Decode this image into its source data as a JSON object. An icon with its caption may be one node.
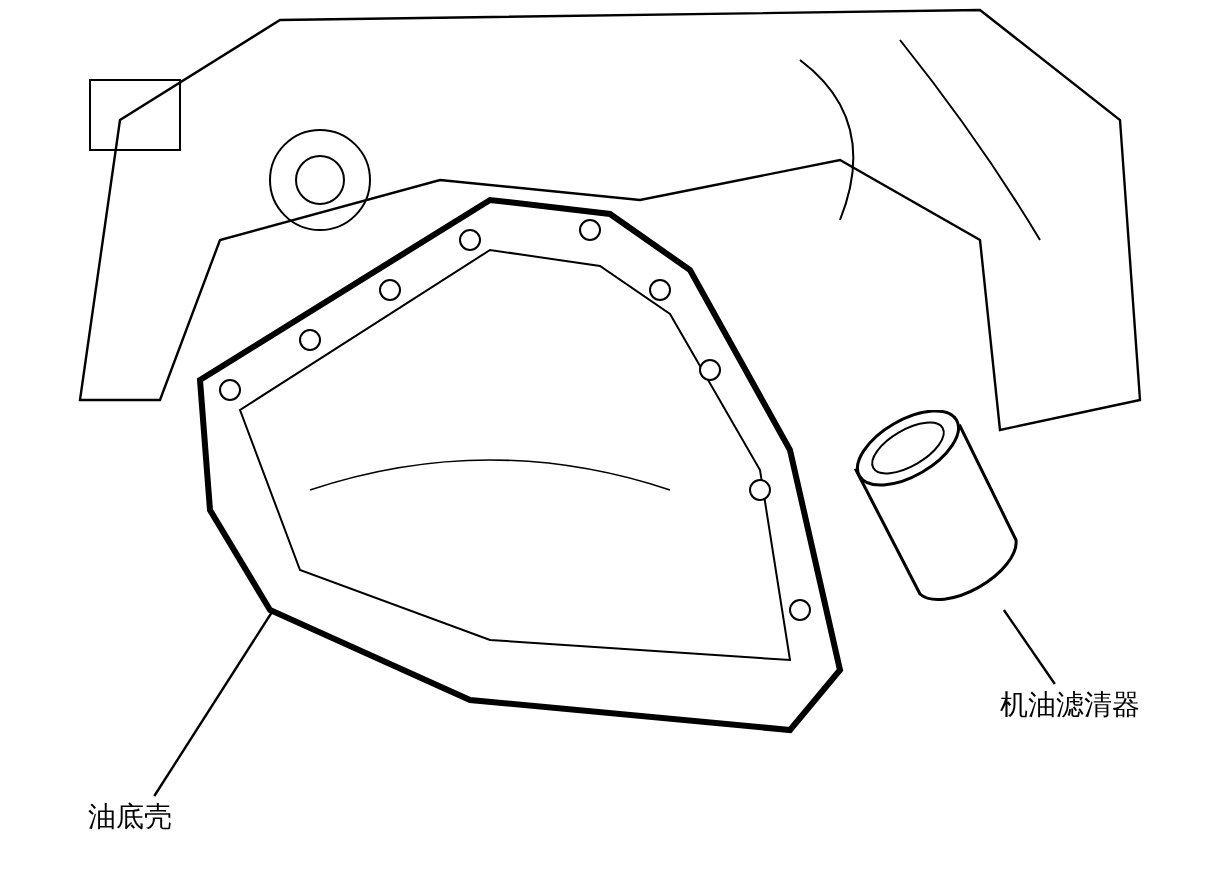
{
  "diagram": {
    "nodes": [
      {
        "text": [
          "油底壳"
        ]
      },
      {
        "text": [],
        "shape": "picture"
      },
      {
        "text": [
          "机油滤清器"
        ]
      },
      {
        "text": [],
        "shape": "picture"
      }
    ],
    "edges": [
      {
        "from": 0,
        "to": 1,
        "arrow": "none"
      },
      {
        "from": 2,
        "to": 3,
        "arrow": "none"
      }
    ]
  }
}
